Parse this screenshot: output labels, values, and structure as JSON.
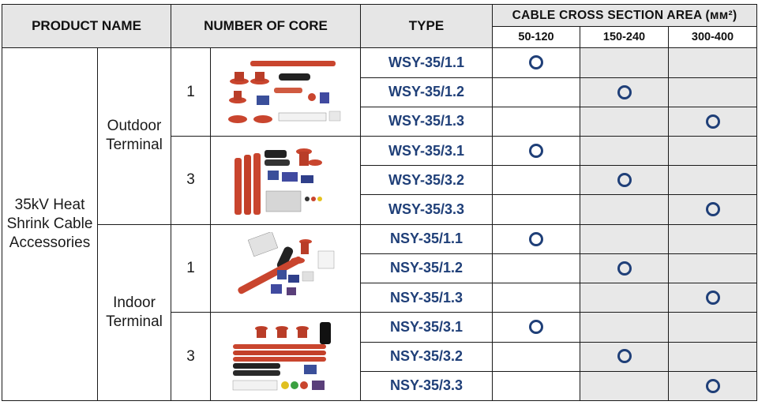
{
  "headers": {
    "product_name": "PRODUCT NAME",
    "number_of_core": "NUMBER OF CORE",
    "type": "TYPE",
    "cross_section": "CABLE CROSS SECTION AREA (мм²)",
    "ranges": [
      "50-120",
      "150-240",
      "300-400"
    ]
  },
  "product": {
    "line1": "35kV Heat",
    "line2": "Shrink Cable",
    "line3": "Accessories"
  },
  "terminals": [
    {
      "line1": "Outdoor",
      "line2": "Terminal"
    },
    {
      "line1": "Indoor",
      "line2": "Terminal"
    }
  ],
  "cores": [
    "1",
    "3",
    "1",
    "3"
  ],
  "rows": [
    {
      "type": "WSY-35/1.1",
      "range_index": 0
    },
    {
      "type": "WSY-35/1.2",
      "range_index": 1
    },
    {
      "type": "WSY-35/1.3",
      "range_index": 2
    },
    {
      "type": "WSY-35/3.1",
      "range_index": 0
    },
    {
      "type": "WSY-35/3.2",
      "range_index": 1
    },
    {
      "type": "WSY-35/3.3",
      "range_index": 2
    },
    {
      "type": "NSY-35/1.1",
      "range_index": 0
    },
    {
      "type": "NSY-35/1.2",
      "range_index": 1
    },
    {
      "type": "NSY-35/1.3",
      "range_index": 2
    },
    {
      "type": "NSY-35/3.1",
      "range_index": 0
    },
    {
      "type": "NSY-35/3.2",
      "range_index": 1
    },
    {
      "type": "NSY-35/3.3",
      "range_index": 2
    }
  ],
  "colors": {
    "accent": "#1f3f78",
    "tube_red": "#c9452e",
    "header_gray": "#e6e6e6",
    "stripe_gray": "#e8e8e8"
  }
}
